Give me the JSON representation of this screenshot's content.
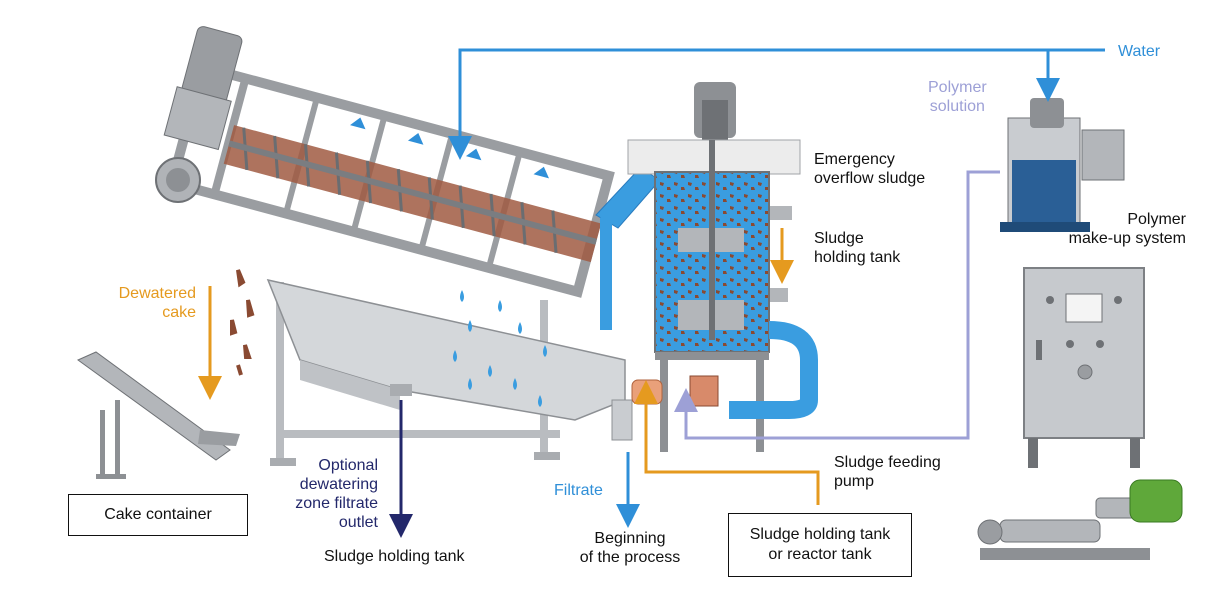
{
  "colors": {
    "water": "#2f8fd8",
    "filtrate": "#2f8fd8",
    "polymer": "#9da0d6",
    "cake": "#e59a1f",
    "sludge_feed": "#e59a1f",
    "optional_outlet": "#23286b",
    "machine_grey": "#c9ccd0",
    "sludge_brown": "#8a4a32",
    "water_fill": "#3a9de0",
    "motor_green": "#5fa83a"
  },
  "labels": {
    "water": "Water",
    "polymer_solution": [
      "Polymer",
      "solution"
    ],
    "emergency_overflow": [
      "Emergency",
      "overflow sludge"
    ],
    "sludge_holding_tank_side": [
      "Sludge",
      "holding tank"
    ],
    "polymer_makeup": [
      "Polymer",
      "make-up system"
    ],
    "dewatered_cake": [
      "Dewatered",
      "cake"
    ],
    "optional_outlet": [
      "Optional",
      "dewatering",
      "zone filtrate",
      "outlet"
    ],
    "sludge_holding_tank_bottom": "Sludge holding tank",
    "filtrate": "Filtrate",
    "beginning": [
      "Beginning",
      "of the process"
    ],
    "sludge_feeding_pump": [
      "Sludge feeding",
      "pump"
    ]
  },
  "boxes": {
    "cake_container": "Cake container",
    "reactor_tank": [
      "Sludge holding tank",
      "or reactor tank"
    ]
  },
  "icons": {
    "screw_press": "screw-press-icon",
    "mixing_tank": "mixing-tank-icon",
    "polymer_unit": "polymer-unit-icon",
    "control_panel": "control-panel-icon",
    "screw_conveyor": "screw-conveyor-icon",
    "feed_pump": "progressive-cavity-pump-icon"
  }
}
